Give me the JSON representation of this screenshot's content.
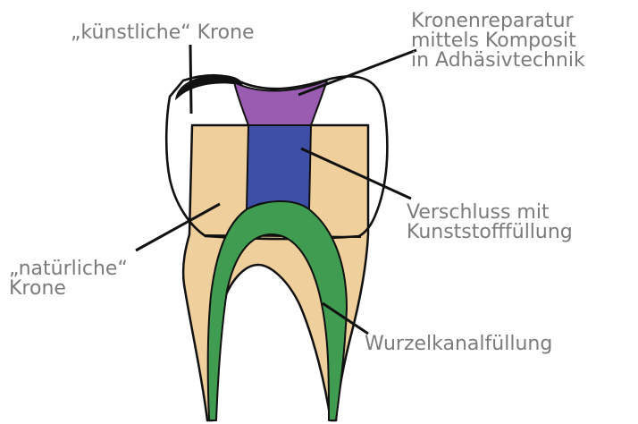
{
  "diagram": {
    "title": "",
    "labels": {
      "kuenstliche_krone": [
        "„künstliche“ Krone"
      ],
      "kronenreparatur": [
        "Kronenreparatur",
        "mittels Komposit",
        "in Adhäsivtechnik"
      ],
      "verschluss": [
        "Verschluss mit",
        "Kunststofffüllung"
      ],
      "natuerliche_krone": [
        "„natürliche“",
        "Krone"
      ],
      "wurzelkanal": [
        "Wurzelkanalfüllung"
      ]
    },
    "colors": {
      "label_text": "#7b7b7b",
      "outline": "#111111",
      "dentin": "#efcf9c",
      "composite_repair": "#9a5cb0",
      "plastic_filling": "#3e4fa8",
      "root_canal_filling": "#3f9c50",
      "artificial_crown": "#ffffff"
    }
  }
}
